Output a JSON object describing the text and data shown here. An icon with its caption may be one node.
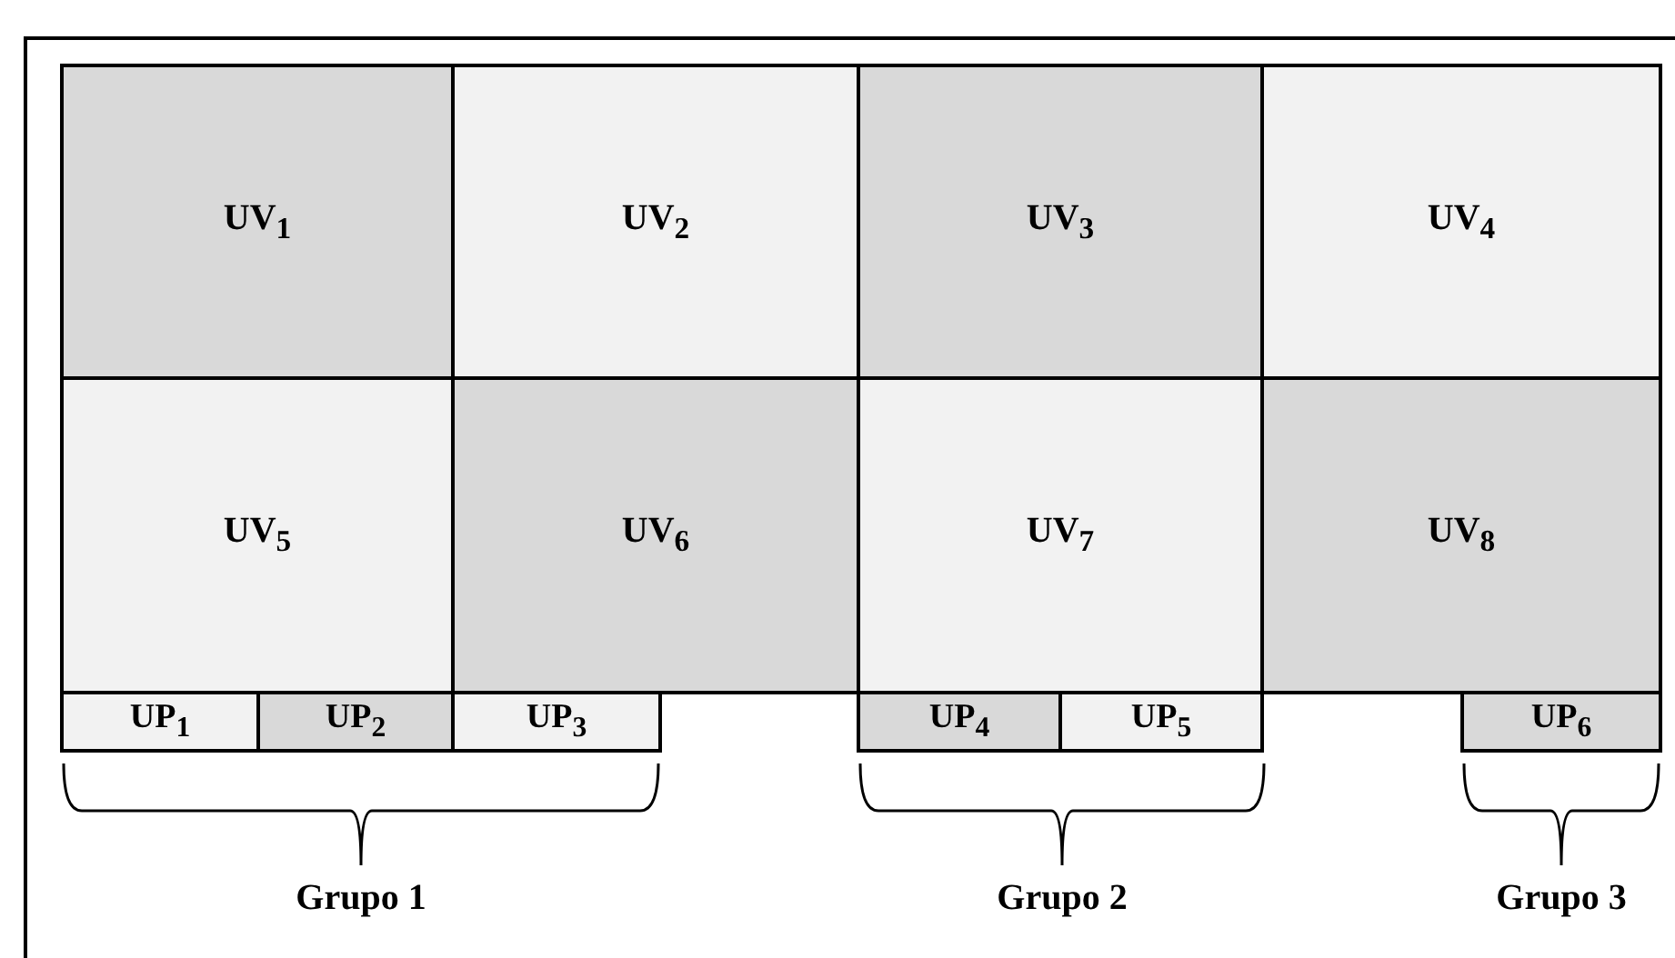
{
  "diagram": {
    "nodes": [
      {
        "text": [
          "UV$_{1}$"
        ]
      },
      {
        "text": [
          "UV$_{2}$"
        ]
      },
      {
        "text": [
          "UV$_{3}$"
        ]
      },
      {
        "text": [
          "UV$_{4}$"
        ]
      },
      {
        "text": [
          "UV$_{5}$"
        ]
      },
      {
        "text": [
          "UV$_{6}$"
        ]
      },
      {
        "text": [
          "UV$_{7}$"
        ]
      },
      {
        "text": [
          "UV$_{8}$"
        ]
      },
      {
        "text": [
          "UP$_{1}$"
        ]
      },
      {
        "text": [
          "UP$_{2}$"
        ]
      },
      {
        "text": [
          "UP$_{3}$"
        ]
      },
      {
        "text": [
          "UP$_{4}$"
        ]
      },
      {
        "text": [
          "UP$_{5}$"
        ]
      },
      {
        "text": [
          "UP$_{6}$"
        ]
      }
    ],
    "edges": [],
    "labels": [
      "Grupo 1",
      "Grupo 2",
      "Grupo 3"
    ]
  }
}
